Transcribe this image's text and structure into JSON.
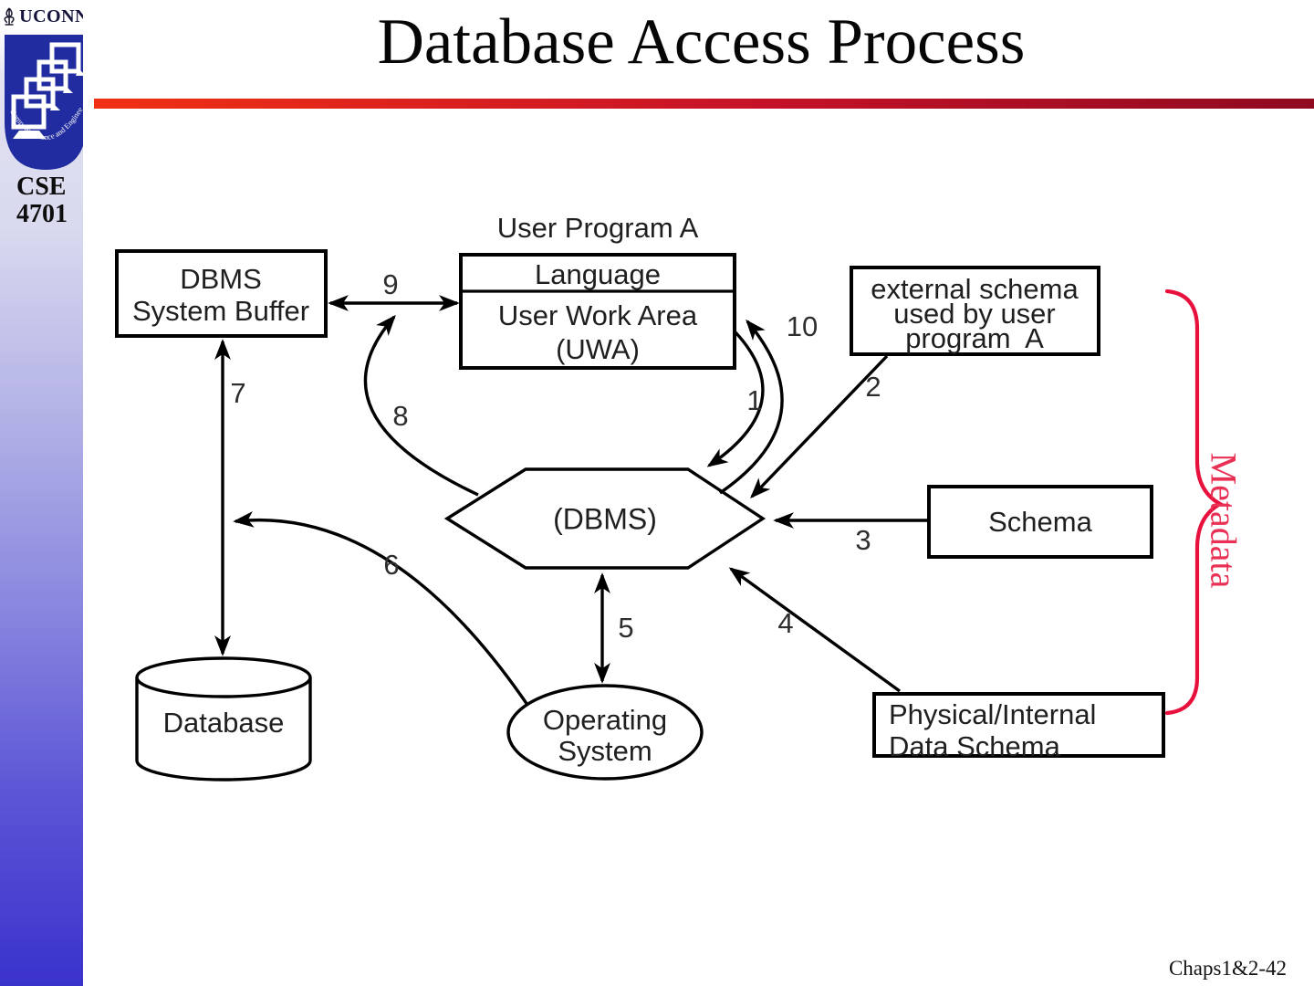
{
  "sidebar": {
    "wordmark": "UCONN",
    "shield_caption": "Computer Science and Engineering",
    "course_code_line1": "CSE",
    "course_code_line2": "4701"
  },
  "header": {
    "title": "Database Access Process"
  },
  "diagram": {
    "user_program_label": "User Program A",
    "language_label": "Language",
    "uwa_line1": "User Work Area",
    "uwa_line2": "(UWA)",
    "dbms_buffer_line1": "DBMS",
    "dbms_buffer_line2": "System Buffer",
    "external_schema_line1": "external schema",
    "external_schema_line2": "used by user",
    "external_schema_line3": "program  A",
    "dbms_label": "(DBMS)",
    "schema_label": "Schema",
    "physical_schema_line1": "Physical/Internal",
    "physical_schema_line2": "Data Schema",
    "os_line1": "Operating",
    "os_line2": "System",
    "database_label": "Database",
    "metadata_label": "Metadata",
    "step_labels": [
      "1",
      "2",
      "3",
      "4",
      "5",
      "6",
      "7",
      "8",
      "9",
      "10"
    ],
    "colors": {
      "accent_red": "#e8113d",
      "rule_gradient_start": "#f03014",
      "rule_gradient_end": "#8f0a20",
      "shield_blue": "#202c9f",
      "diagram_stroke": "#000000"
    }
  },
  "footer": {
    "page_label": "Chaps1&2-42"
  }
}
